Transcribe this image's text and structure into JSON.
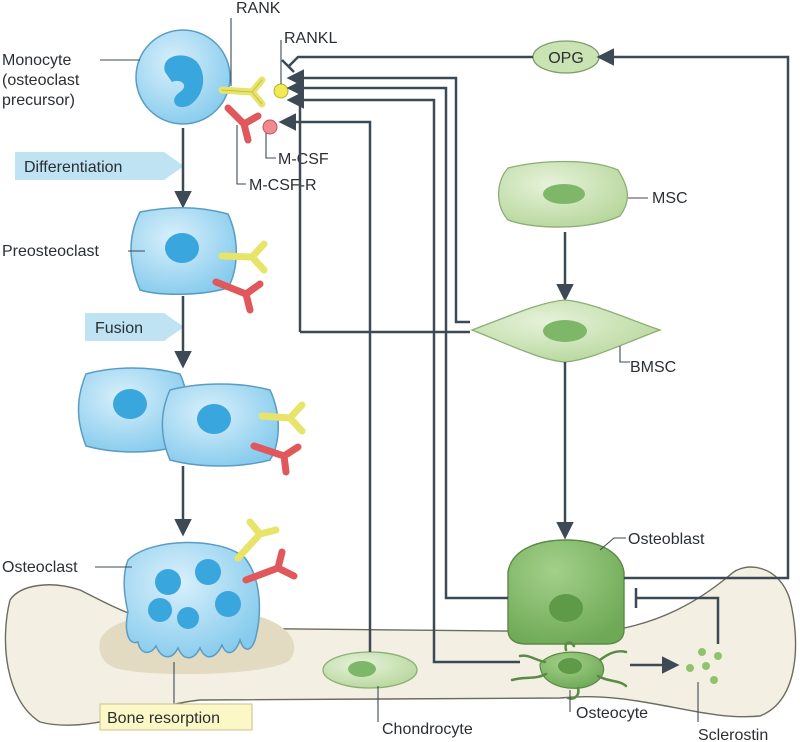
{
  "labels": {
    "monocyte": [
      "Monocyte",
      "(osteoclast",
      "precursor)"
    ],
    "rank": "RANK",
    "rankl": "RANKL",
    "mcsf": "M-CSF",
    "mcsfr": "M-CSF-R",
    "differentiation": "Differentiation",
    "preosteoclast": "Preosteoclast",
    "fusion": "Fusion",
    "osteoclast": "Osteoclast",
    "bone_resorption": "Bone resorption",
    "opg": "OPG",
    "msc": "MSC",
    "bmsc": "BMSC",
    "osteoblast": "Osteoblast",
    "chondrocyte": "Chondrocyte",
    "osteocyte": "Osteocyte",
    "sclerostin": "Sclerostin"
  },
  "colors": {
    "osteoclast_lineage": "#8fd0ef",
    "nucleus_blue": "#3aa6de",
    "rank_receptor": "#e8e46a",
    "mcsf_receptor": "#e0575c",
    "stromal_light": "#c9e3b3",
    "osteoblast": "#7fb768",
    "bone": "#f3f0e3",
    "resorption_pit": "#e3dac2",
    "arrow": "#3d4a55",
    "callout": "#bfe3f3",
    "resorption_box": "#fbf7c6"
  }
}
